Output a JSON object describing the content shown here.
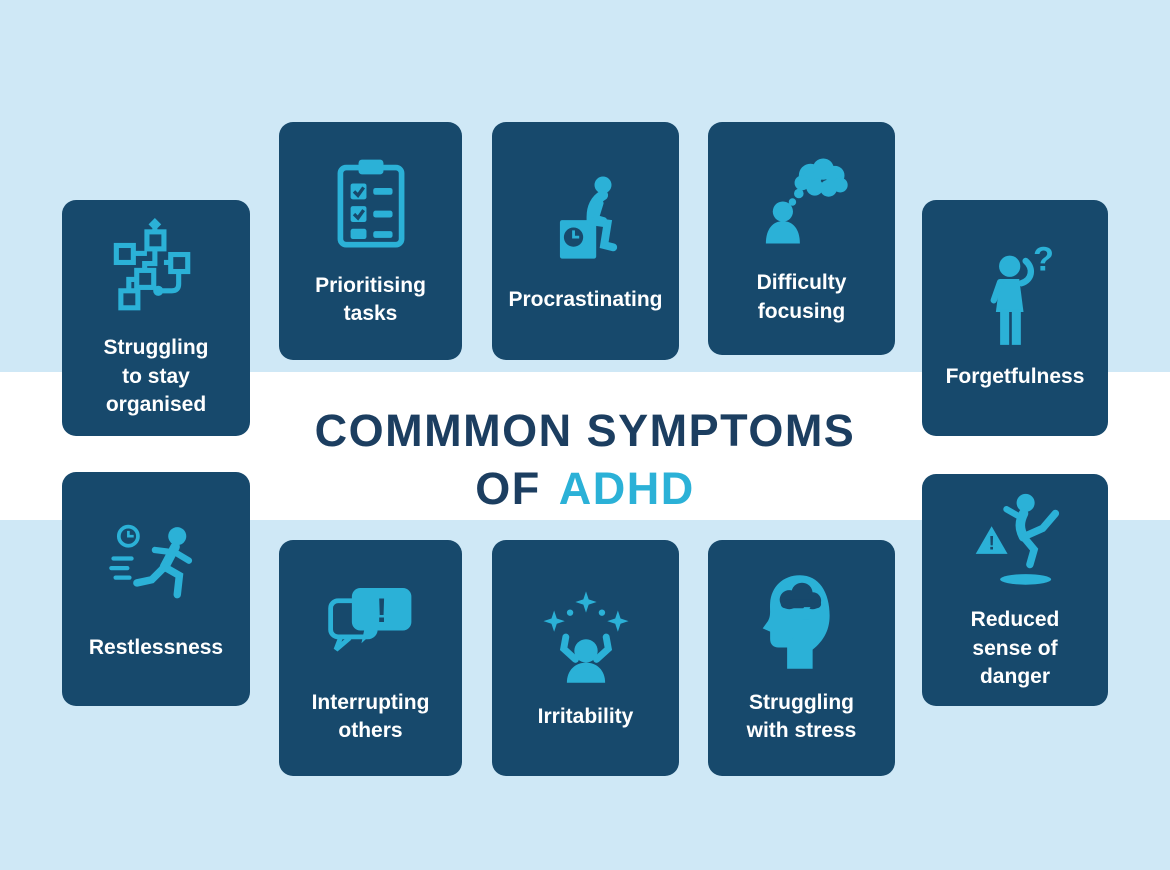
{
  "title": {
    "line1": "COMMMON SYMPTOMS",
    "line2_prefix": "OF",
    "line2_highlight": "ADHD"
  },
  "colors": {
    "background": "#cfe8f6",
    "card": "#17496c",
    "accent_cyan": "#2bb1d7",
    "title_navy": "#1c3e60",
    "band_white": "#ffffff",
    "card_text": "#ffffff"
  },
  "cards": [
    {
      "label": "Struggling to stay organised",
      "icon": "flowchart-organisation-icon"
    },
    {
      "label": "Prioritising tasks",
      "icon": "checklist-clipboard-icon"
    },
    {
      "label": "Procrastinating",
      "icon": "person-sitting-on-clock-icon"
    },
    {
      "label": "Difficulty focusing",
      "icon": "person-thought-cloud-icon"
    },
    {
      "label": "Forgetfulness",
      "icon": "person-question-mark-icon"
    },
    {
      "label": "Restlessness",
      "icon": "running-person-clock-icon"
    },
    {
      "label": "Interrupting others",
      "icon": "speech-bubble-exclamation-icon"
    },
    {
      "label": "Irritability",
      "icon": "person-with-stars-icon"
    },
    {
      "label": "Struggling with stress",
      "icon": "head-storm-cloud-icon"
    },
    {
      "label": "Reduced sense of danger",
      "icon": "slipping-person-warning-icon"
    }
  ]
}
